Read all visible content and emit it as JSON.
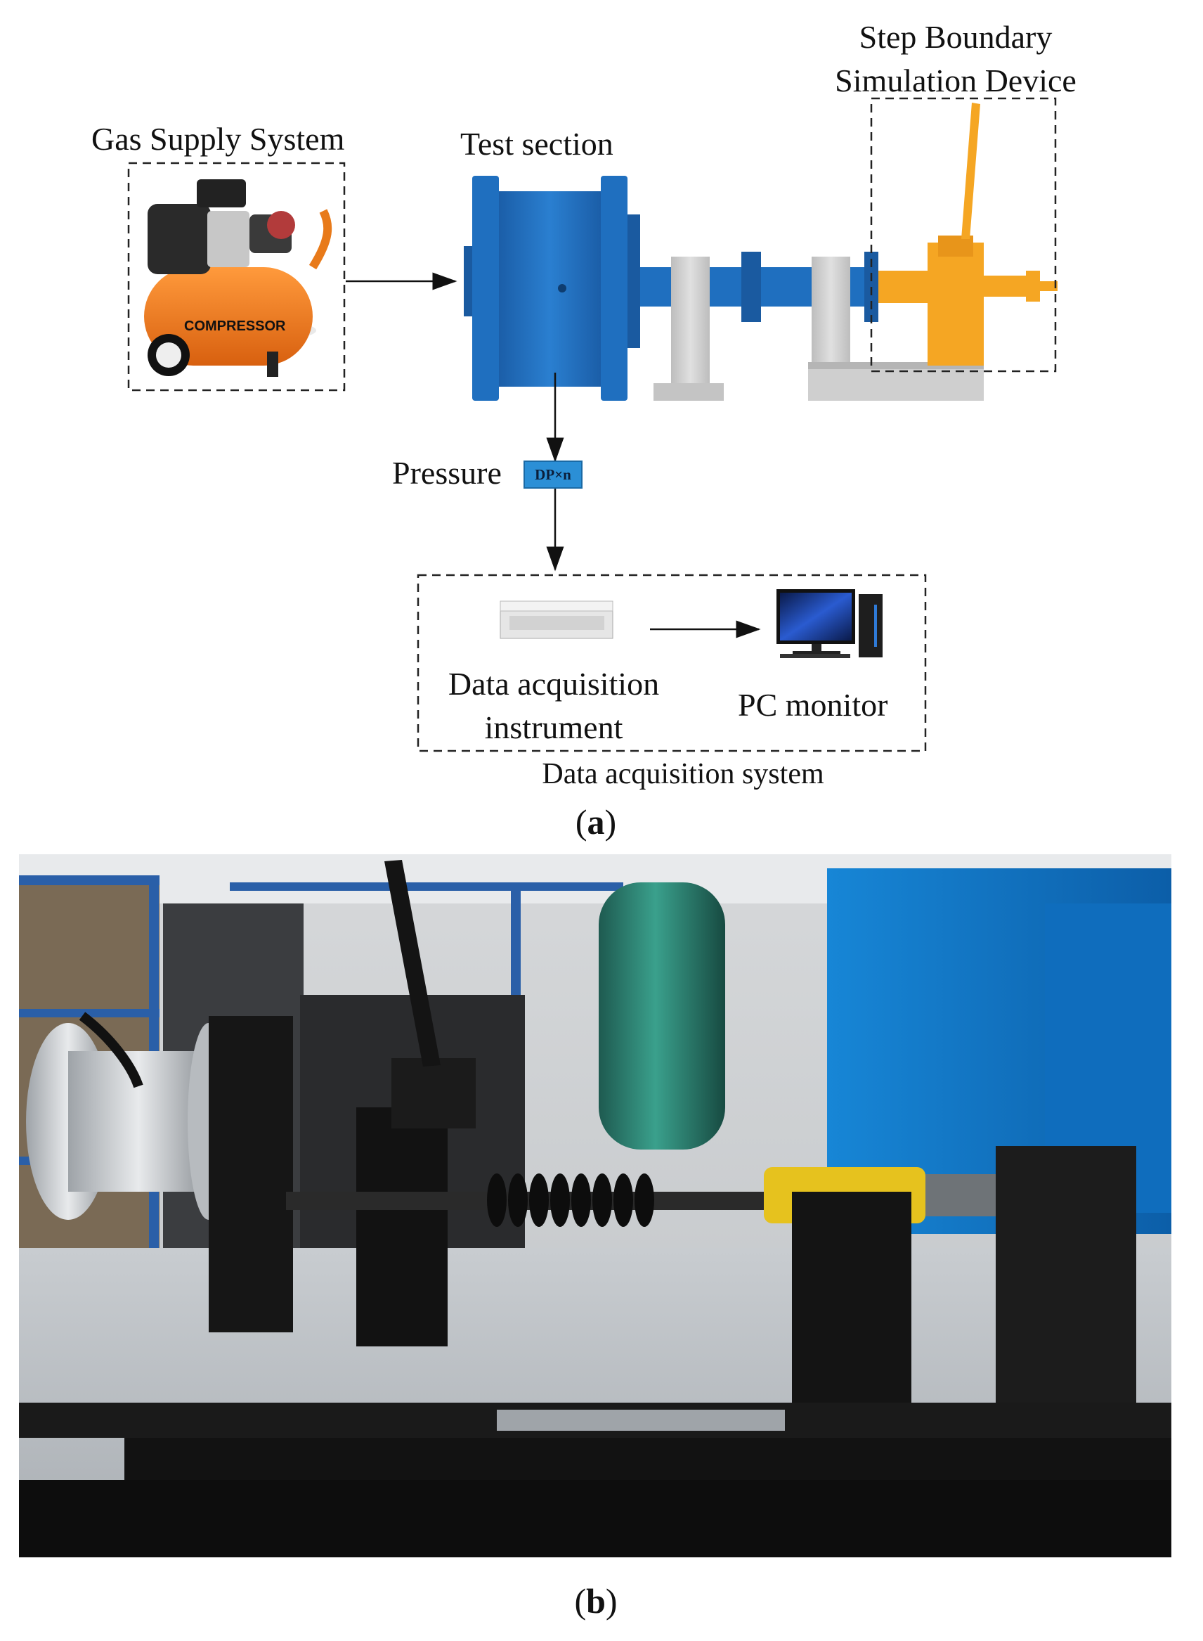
{
  "panel_a": {
    "labels": {
      "gas_supply": "Gas Supply System",
      "test_section": "Test section",
      "step_boundary_line1": "Step Boundary",
      "step_boundary_line2": "Simulation Device",
      "pressure": "Pressure",
      "dp_sensor": "DP×n",
      "daq_instrument_line1": "Data acquisition",
      "daq_instrument_line2": "instrument",
      "pc_monitor": "PC monitor",
      "daq_system": "Data acquisition system",
      "compressor_brand": "COMPRESSOR"
    },
    "caption_letter": "a"
  },
  "panel_b": {
    "caption_letter": "b"
  },
  "colors": {
    "test_section_blue": "#1f6fbf",
    "device_orange": "#f5a623",
    "compressor_orange": "#f07a1a",
    "support_gray": "#c9c9c9",
    "sensor_blue": "#2b8fd6"
  }
}
